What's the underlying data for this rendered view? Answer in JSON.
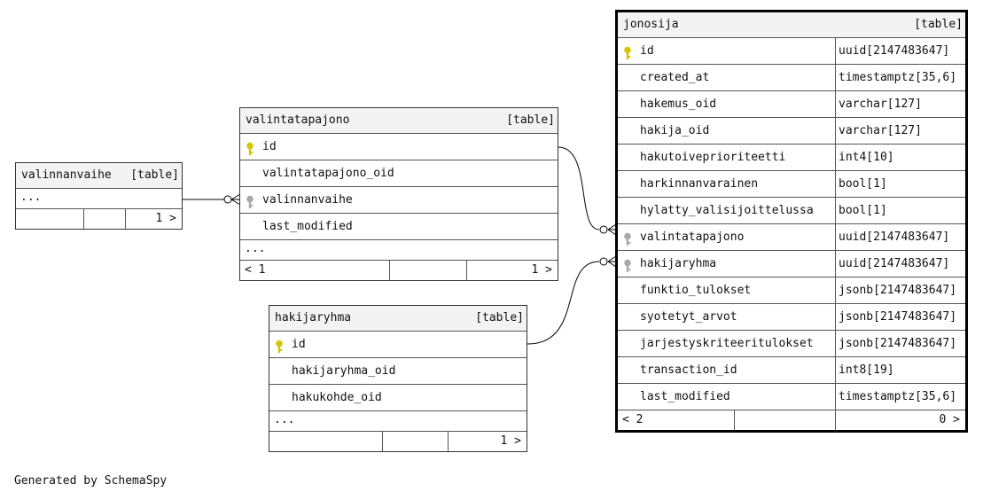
{
  "credit": "Generated by SchemaSpy",
  "table_label": "[table]",
  "tables": {
    "valinnanvaihe": {
      "name": "valinnanvaihe",
      "ellipsis": "...",
      "footer": {
        "left": "",
        "right": "1 >"
      }
    },
    "valintatapajono": {
      "name": "valintatapajono",
      "columns": [
        {
          "name": "id",
          "key": "primary"
        },
        {
          "name": "valintatapajono_oid",
          "key": "none"
        },
        {
          "name": "valinnanvaihe",
          "key": "foreign"
        },
        {
          "name": "last_modified",
          "key": "none"
        }
      ],
      "ellipsis": "...",
      "footer": {
        "left": "< 1",
        "right": "1 >"
      }
    },
    "hakijaryhma": {
      "name": "hakijaryhma",
      "columns": [
        {
          "name": "id",
          "key": "primary"
        },
        {
          "name": "hakijaryhma_oid",
          "key": "none"
        },
        {
          "name": "hakukohde_oid",
          "key": "none"
        }
      ],
      "ellipsis": "...",
      "footer": {
        "left": "",
        "right": "1 >"
      }
    },
    "jonosija": {
      "name": "jonosija",
      "columns": [
        {
          "name": "id",
          "type": "uuid[2147483647]",
          "key": "primary"
        },
        {
          "name": "created_at",
          "type": "timestamptz[35,6]",
          "key": "none"
        },
        {
          "name": "hakemus_oid",
          "type": "varchar[127]",
          "key": "none"
        },
        {
          "name": "hakija_oid",
          "type": "varchar[127]",
          "key": "none"
        },
        {
          "name": "hakutoiveprioriteetti",
          "type": "int4[10]",
          "key": "none"
        },
        {
          "name": "harkinnanvarainen",
          "type": "bool[1]",
          "key": "none"
        },
        {
          "name": "hylatty_valisijoittelussa",
          "type": "bool[1]",
          "key": "none"
        },
        {
          "name": "valintatapajono",
          "type": "uuid[2147483647]",
          "key": "foreign"
        },
        {
          "name": "hakijaryhma",
          "type": "uuid[2147483647]",
          "key": "foreign"
        },
        {
          "name": "funktio_tulokset",
          "type": "jsonb[2147483647]",
          "key": "none"
        },
        {
          "name": "syotetyt_arvot",
          "type": "jsonb[2147483647]",
          "key": "none"
        },
        {
          "name": "jarjestyskriteeritulokset",
          "type": "jsonb[2147483647]",
          "key": "none"
        },
        {
          "name": "transaction_id",
          "type": "int8[19]",
          "key": "none"
        },
        {
          "name": "last_modified",
          "type": "timestamptz[35,6]",
          "key": "none"
        }
      ],
      "footer": {
        "left": "< 2",
        "right": "0 >"
      }
    }
  },
  "relationships": [
    {
      "from": "valinnanvaihe",
      "to": "valintatapajono.valinnanvaihe",
      "cardinality": "one-to-many"
    },
    {
      "from": "valintatapajono.id",
      "to": "jonosija.valintatapajono",
      "cardinality": "one-to-many"
    },
    {
      "from": "hakijaryhma.id",
      "to": "jonosija.hakijaryhma",
      "cardinality": "one-to-many"
    }
  ],
  "colors": {
    "primary_key": "#d6c500",
    "foreign_key": "#a8a8a8",
    "border": "#000000",
    "header_bg": "#f3f3f3"
  }
}
